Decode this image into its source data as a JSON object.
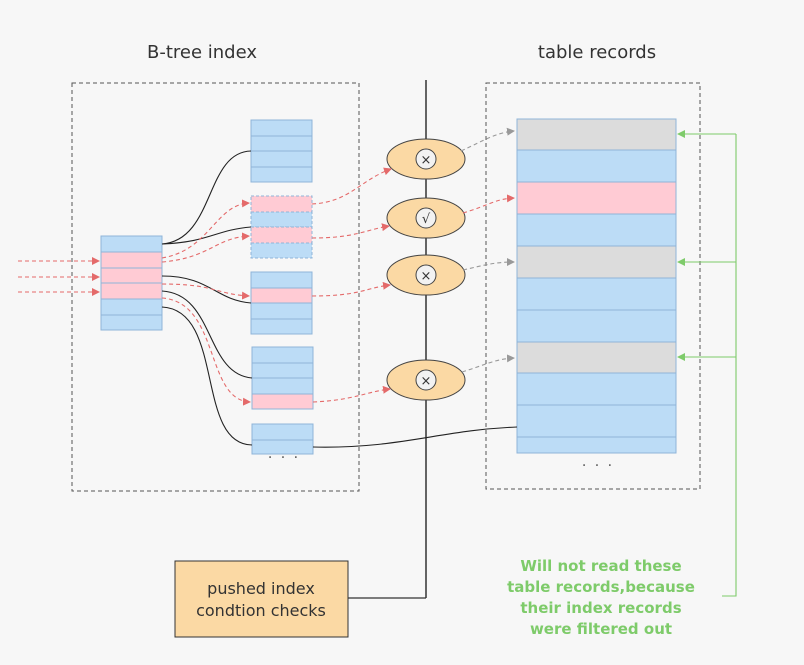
{
  "titles": {
    "index": "B-tree index",
    "table": "table records"
  },
  "ellipsis": {
    "index": "· · ·",
    "table": "· · ·"
  },
  "checks": [
    {
      "symbol": "×",
      "result": "rejected"
    },
    {
      "symbol": "√",
      "result": "accepted"
    },
    {
      "symbol": "×",
      "result": "rejected"
    },
    {
      "symbol": "×",
      "result": "rejected"
    }
  ],
  "pic_box": {
    "line1": "pushed index",
    "line2": "condtion checks"
  },
  "note": {
    "line1": "Will not read these",
    "line2": "table records,because",
    "line3": "their index records",
    "line4": "were filtered out"
  },
  "colors": {
    "blue_record": "#bcdcf6",
    "pink_record": "#ffcbd4",
    "gray_record": "#dcdcdc",
    "check_fill": "#fbd9a4",
    "pic_fill": "#fbd9a4",
    "scan_arrow": "#e46a6a",
    "skip_arrow": "#999999",
    "note_green": "#7ecb6a"
  }
}
